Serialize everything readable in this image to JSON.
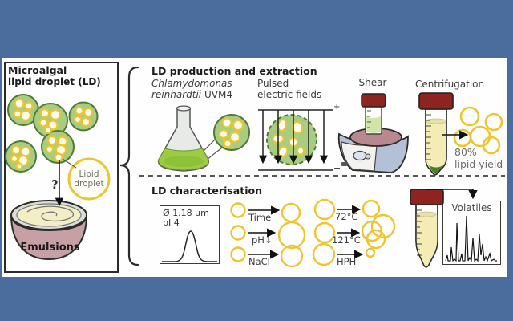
{
  "colors": {
    "background_blue": "#4a6d9e",
    "panel_white": "#fefefe",
    "outline_dark": "#2b2b2b",
    "cell_green": "#a9cd80",
    "cell_green_border": "#4f7a37",
    "droplet_gold": "#f0c42e",
    "cap_dark_red": "#8e241f",
    "bowl_mauve": "#c7a0a6",
    "cream": "#f3eec5",
    "flask_liquid_green": "#9ecb45",
    "device_blue_grey": "#b3c0d6"
  },
  "left_panel": {
    "title_line1": "Microalgal",
    "title_line2": "lipid droplet (LD)",
    "lipid_droplet_label": "Lipid droplet",
    "question_mark": "?",
    "emulsions_label": "Emulsions"
  },
  "production": {
    "heading": "LD production and extraction",
    "organism_line1": "Chlamydomonas",
    "organism_line2_italic": "reinhardtii",
    "organism_line2_regular": "UVM4",
    "pef_line1": "Pulsed",
    "pef_line2": "electric fields",
    "pef_plus": "+",
    "pef_minus": "−",
    "shear_label": "Shear",
    "centrifugation_label": "Centrifugation",
    "yield_line1": "80%",
    "yield_line2": "lipid yield"
  },
  "characterisation": {
    "heading": "LD characterisation",
    "dls_diameter": "Ø 1.18 μm",
    "dls_pi": "pI 4",
    "treatments_col1": [
      "Time",
      "pH↓",
      "NaCl"
    ],
    "treatments_col2": [
      "72°C",
      "121°C",
      "HPH"
    ],
    "volatiles_label": "Volatiles"
  },
  "icons": {
    "algal-cell-icon": "green circle with yellow droplets",
    "erlenmeyer-flask-icon": "conical flask with green culture",
    "pulsed-field-icon": "dashed cell with field arrows",
    "vortex-mixer-icon": "shear device with tube",
    "centrifuge-tube-icon": "capped tube with pellet",
    "emulsion-bowl-icon": "bowl with cream swirl",
    "chromatogram-icon": "GC trace peaks",
    "brace-icon": "curly brace"
  }
}
